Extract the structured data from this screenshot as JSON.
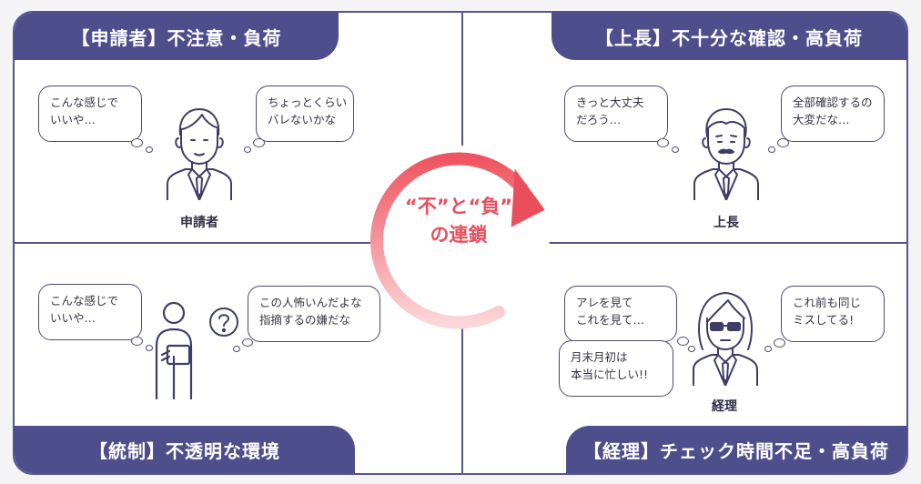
{
  "quadrants": {
    "top_left": {
      "tab": "【申請者】不注意・負荷",
      "name": "申請者",
      "bubble_left": [
        "こんな感じで",
        "いいや…"
      ],
      "bubble_right": [
        "ちょっとくらい",
        "バレないかな"
      ]
    },
    "top_right": {
      "tab": "【上長】不十分な確認・高負荷",
      "name": "上長",
      "bubble_left": [
        "きっと大丈夫",
        "だろう…"
      ],
      "bubble_right": [
        "全部確認するの",
        "大変だな…"
      ]
    },
    "bottom_left": {
      "tab": "【統制】不透明な環境",
      "bubble_left": [
        "こんな感じで",
        "いいや…"
      ],
      "bubble_right": [
        "この人怖いんだよな",
        "指摘するの嫌だな"
      ]
    },
    "bottom_right": {
      "tab": "【経理】チェック時間不足・高負荷",
      "name": "経理",
      "bubble_left_top": [
        "アレを見て",
        "これを見て…"
      ],
      "bubble_left_bottom": [
        "月末月初は",
        "本当に忙しい!!"
      ],
      "bubble_right": [
        "これ前も同じ",
        "ミスしてる!"
      ]
    }
  },
  "cycle": {
    "line1": "“不”と“負”",
    "line2": "の連鎖"
  },
  "colors": {
    "navy": "#4f4e8d",
    "accent_red": "#e8505c",
    "outline": "#4b4a73"
  }
}
